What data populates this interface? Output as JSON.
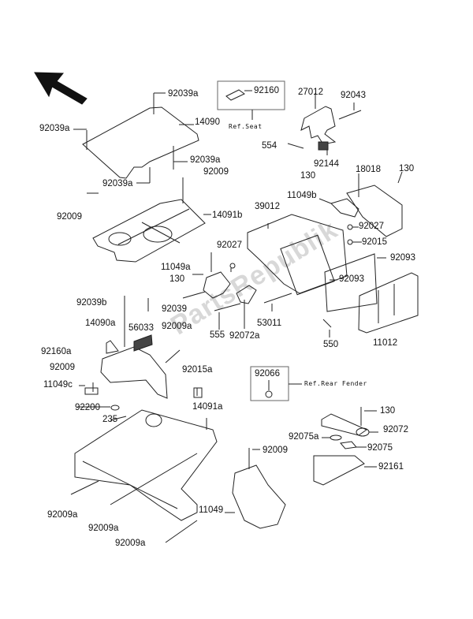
{
  "diagram": {
    "type": "exploded-parts-diagram",
    "orientation_arrow": "front-direction-arrow",
    "watermark": "PartsRepublik",
    "references": [
      {
        "id": "ref-seat",
        "part": "92160",
        "text": "Ref.Seat"
      },
      {
        "id": "ref-rear-fender",
        "part": "92066",
        "text": "Ref.Rear Fender"
      }
    ],
    "labels": [
      {
        "id": "l01",
        "text": "92039a"
      },
      {
        "id": "l02",
        "text": "92160"
      },
      {
        "id": "l03",
        "text": "27012"
      },
      {
        "id": "l04",
        "text": "92043"
      },
      {
        "id": "l05",
        "text": "92039a"
      },
      {
        "id": "l06",
        "text": "14090"
      },
      {
        "id": "l07",
        "text": "554"
      },
      {
        "id": "l08",
        "text": "92039a"
      },
      {
        "id": "l09",
        "text": "92009"
      },
      {
        "id": "l10",
        "text": "92039a"
      },
      {
        "id": "l11",
        "text": "92144"
      },
      {
        "id": "l12",
        "text": "130"
      },
      {
        "id": "l13",
        "text": "18018"
      },
      {
        "id": "l14",
        "text": "130"
      },
      {
        "id": "l15",
        "text": "11049b"
      },
      {
        "id": "l16",
        "text": "92009"
      },
      {
        "id": "l17",
        "text": "39012"
      },
      {
        "id": "l18",
        "text": "14091b"
      },
      {
        "id": "l19",
        "text": "92027"
      },
      {
        "id": "l20",
        "text": "92027"
      },
      {
        "id": "l21",
        "text": "92015"
      },
      {
        "id": "l22",
        "text": "92093"
      },
      {
        "id": "l23",
        "text": "11049a"
      },
      {
        "id": "l24",
        "text": "92093"
      },
      {
        "id": "l25",
        "text": "130"
      },
      {
        "id": "l26",
        "text": "92039b"
      },
      {
        "id": "l27",
        "text": "92039"
      },
      {
        "id": "l28",
        "text": "14090a"
      },
      {
        "id": "l29",
        "text": "56033"
      },
      {
        "id": "l30",
        "text": "92009a"
      },
      {
        "id": "l31",
        "text": "53011"
      },
      {
        "id": "l32",
        "text": "555"
      },
      {
        "id": "l33",
        "text": "92072a"
      },
      {
        "id": "l34",
        "text": "550"
      },
      {
        "id": "l35",
        "text": "11012"
      },
      {
        "id": "l36",
        "text": "92160a"
      },
      {
        "id": "l37",
        "text": "92009"
      },
      {
        "id": "l38",
        "text": "11049c"
      },
      {
        "id": "l39",
        "text": "92015a"
      },
      {
        "id": "l40",
        "text": "92200"
      },
      {
        "id": "l41",
        "text": "235"
      },
      {
        "id": "l42",
        "text": "14091a"
      },
      {
        "id": "l43",
        "text": "130"
      },
      {
        "id": "l44",
        "text": "92075a"
      },
      {
        "id": "l45",
        "text": "92072"
      },
      {
        "id": "l46",
        "text": "92075"
      },
      {
        "id": "l47",
        "text": "92009"
      },
      {
        "id": "l48",
        "text": "92161"
      },
      {
        "id": "l49",
        "text": "92009a"
      },
      {
        "id": "l50",
        "text": "92009a"
      },
      {
        "id": "l51",
        "text": "11049"
      },
      {
        "id": "l52",
        "text": "92009a"
      }
    ]
  }
}
